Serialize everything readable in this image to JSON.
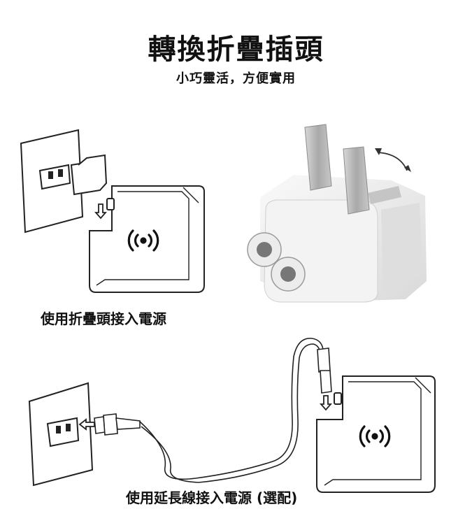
{
  "header": {
    "title": "轉換折疊插頭",
    "subtitle": "小巧靈活，方便實用"
  },
  "captions": {
    "folding_plug": "使用折疊頭接入電源",
    "extension_cord": "使用延長線接入電源 (選配)"
  },
  "icons": {
    "wireless": "wireless-signal-icon",
    "arrow": "arrow-icon"
  },
  "colors": {
    "line": "#222222",
    "plug_body": "#e8e8e8",
    "prong": "#b8b8b8"
  }
}
